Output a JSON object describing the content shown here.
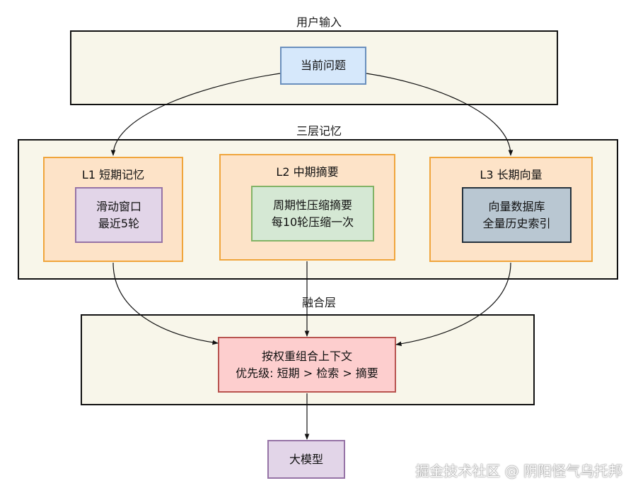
{
  "sections": {
    "input_label": "用户输入",
    "memory_label": "三层记忆",
    "fusion_label": "融合层"
  },
  "nodes": {
    "current_question": "当前问题",
    "l1": {
      "title": "L1 短期记忆",
      "line1": "滑动窗口",
      "line2": "最近5轮"
    },
    "l2": {
      "title": "L2 中期摘要",
      "line1": "周期性压缩摘要",
      "line2": "每10轮压缩一次"
    },
    "l3": {
      "title": "L3 长期向量",
      "line1": "向量数据库",
      "line2": "全量历史索引"
    },
    "fusion": {
      "line1": "按权重组合上下文",
      "line2": "优先级: 短期 > 检索 > 摘要"
    },
    "llm": "大模型"
  },
  "watermark": "掘金技术社区 @ 阴阳怪气乌托邦",
  "colors": {
    "container_fill": "#f8f6ea",
    "panel_fill": "#fde3c8",
    "panel_border": "#f0a53c",
    "question_fill": "#d6e8fb",
    "l1_fill": "#e2d5e8",
    "l2_fill": "#d5e8d4",
    "l3_fill": "#b9c7d2",
    "fusion_fill": "#fdcece",
    "llm_fill": "#e2d5e8"
  }
}
